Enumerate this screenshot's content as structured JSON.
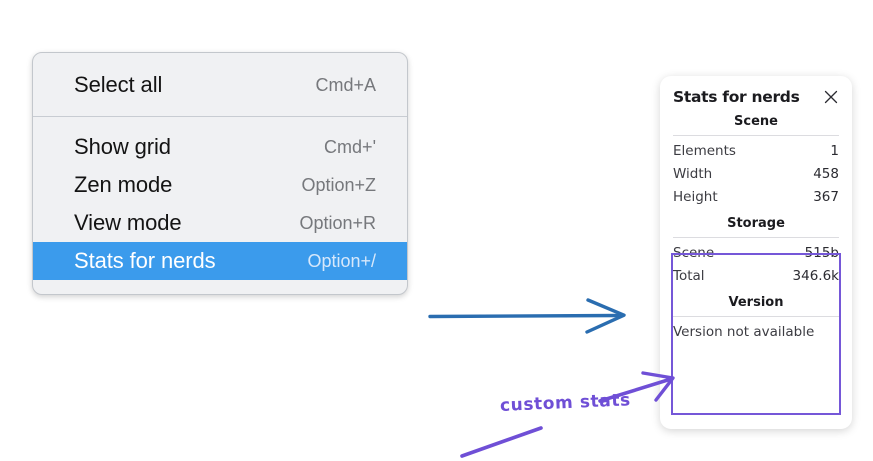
{
  "page": {
    "background_color": "#ffffff"
  },
  "context_menu": {
    "groups": [
      {
        "name": "group-top",
        "items": [
          {
            "label": "Select all",
            "shortcut": "Cmd+A",
            "selected": false
          }
        ]
      },
      {
        "name": "group-bottom",
        "items": [
          {
            "label": "Show grid",
            "shortcut": "Cmd+'",
            "selected": false
          },
          {
            "label": "Zen mode",
            "shortcut": "Option+Z",
            "selected": false
          },
          {
            "label": "View mode",
            "shortcut": "Option+R",
            "selected": false
          },
          {
            "label": "Stats for nerds",
            "shortcut": "Option+/",
            "selected": true
          }
        ]
      }
    ],
    "highlight_color": "#3b9bec",
    "background_color": "#f0f1f3"
  },
  "items": {
    "i0": {
      "label": "Select all",
      "shortcut": "Cmd+A"
    },
    "i1": {
      "label": "Show grid",
      "shortcut": "Cmd+'"
    },
    "i2": {
      "label": "Zen mode",
      "shortcut": "Option+Z"
    },
    "i3": {
      "label": "View mode",
      "shortcut": "Option+R"
    },
    "i4": {
      "label": "Stats for nerds",
      "shortcut": "Option+/"
    }
  },
  "stats_panel": {
    "title": "Stats for nerds",
    "close_icon": "close-icon",
    "sections": {
      "scene": {
        "heading": "Scene",
        "rows": [
          {
            "label": "Elements",
            "value": "1"
          },
          {
            "label": "Width",
            "value": "458"
          },
          {
            "label": "Height",
            "value": "367"
          }
        ]
      },
      "storage": {
        "heading": "Storage",
        "rows": [
          {
            "label": "Scene",
            "value": "515b"
          },
          {
            "label": "Total",
            "value": "346.6k"
          }
        ]
      },
      "version": {
        "heading": "Version",
        "text": "Version not available"
      }
    }
  },
  "annotations": {
    "custom_stats_label": "custom stats",
    "purple_color": "#6f4fd6",
    "highlight_box_color": "#7557d8",
    "blue_arrow_color": "#2a6db0"
  }
}
